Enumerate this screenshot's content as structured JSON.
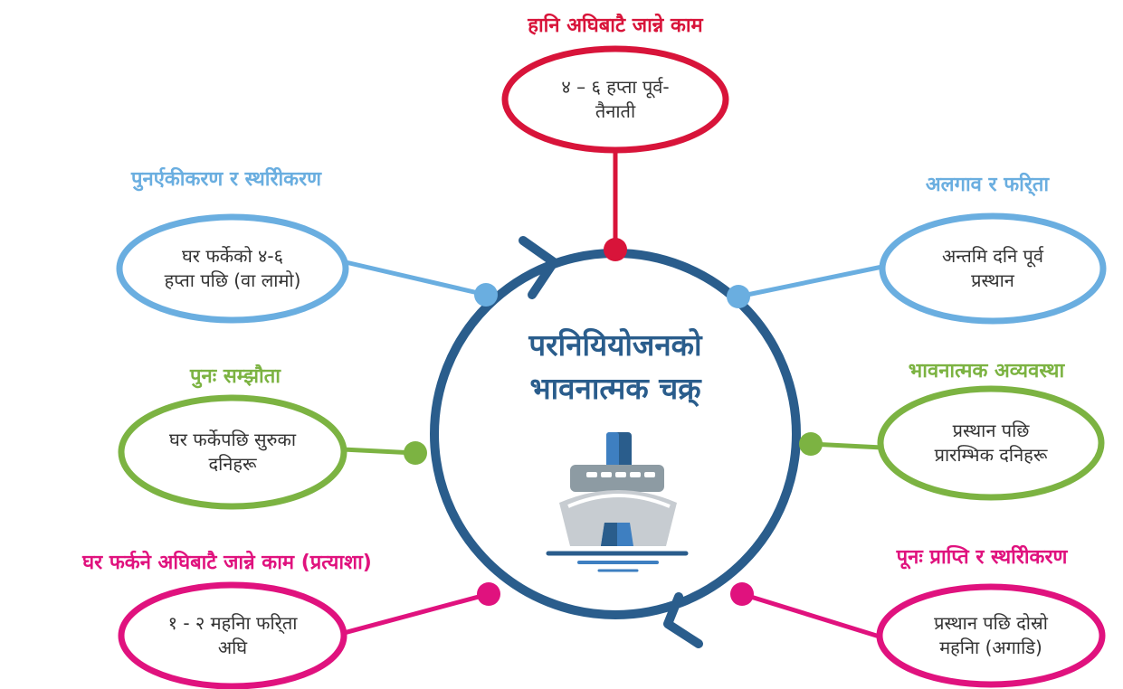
{
  "center": {
    "title_line1": "परनियियोजनको",
    "title_line2": "भावनात्मक चक्र्"
  },
  "stages": [
    {
      "id": "top",
      "title": "हानि अघिबाटै जान्ने काम",
      "text": "४ – ६ हप्ता पूर्व-\nतैनाती",
      "color": "#d8143a"
    },
    {
      "id": "right-top",
      "title": "अलगाव र फरि्ता",
      "text": "अन्तमि दनि पूर्व\nप्रस्थान",
      "color": "#6aaee0"
    },
    {
      "id": "right-mid",
      "title": "भावनात्मक अव्यवस्था",
      "text": "प्रस्थान पछि\nप्रारम्भिक दनिहरू",
      "color": "#7cb342"
    },
    {
      "id": "right-bottom",
      "title": "पूनः प्राप्ति र स्थरिीकरण",
      "text": "प्रस्थान पछि दोस्रो\nमहनिा (अगाडि)",
      "color": "#e0127e"
    },
    {
      "id": "left-bottom",
      "title": "घर फर्कने अघिबाटै जान्ने काम (प्रत्याशा)",
      "text": "१ - २ महनिा फरि्ता\nअघि",
      "color": "#e0127e"
    },
    {
      "id": "left-mid",
      "title": "पुनः सम्झौता",
      "text": "घर फर्केपछि सुरुका\nदनिहरू",
      "color": "#7cb342"
    },
    {
      "id": "left-top",
      "title": "पुनर्एकीकरण र स्थरिीकरण",
      "text": "घर फर्केको ४-६\nहप्ता पछि (वा लामो)",
      "color": "#6aaee0"
    }
  ],
  "colors": {
    "circle": "#2a5d8c",
    "ship_hull": "#c7ccd1",
    "ship_cabin": "#8d9ba3",
    "ship_accent": "#3e7fc1",
    "ship_dark": "#2a5d8c"
  },
  "icons": [
    "ship-icon",
    "arrowhead-icon"
  ]
}
